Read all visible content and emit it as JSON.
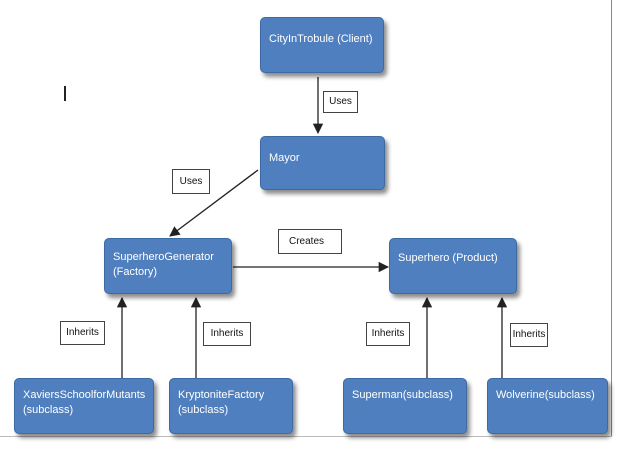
{
  "nodes": {
    "client": "CityInTrobule (Client)",
    "mayor": "Mayor",
    "factory_line1": "SuperheroGenerator",
    "factory_line2": "(Factory)",
    "product": "Superhero (Product)",
    "xaviers_line1": "XaviersSchoolforMutants",
    "xaviers_line2": "(subclass)",
    "kryptonite_line1": "KryptoniteFactory",
    "kryptonite_line2": "(subclass)",
    "superman": "Superman(subclass)",
    "wolverine": "Wolverine(subclass)"
  },
  "edge_labels": {
    "uses_client_mayor": "Uses",
    "uses_mayor_factory": "Uses",
    "creates": "Creates",
    "inherits_xaviers": "Inherits",
    "inherits_kryptonite": "Inherits",
    "inherits_superman": "Inherits",
    "inherits_wolverine": "Inherits"
  },
  "colors": {
    "node_fill": "#4f7fbe",
    "node_text": "#ffffff",
    "line": "#222222"
  }
}
